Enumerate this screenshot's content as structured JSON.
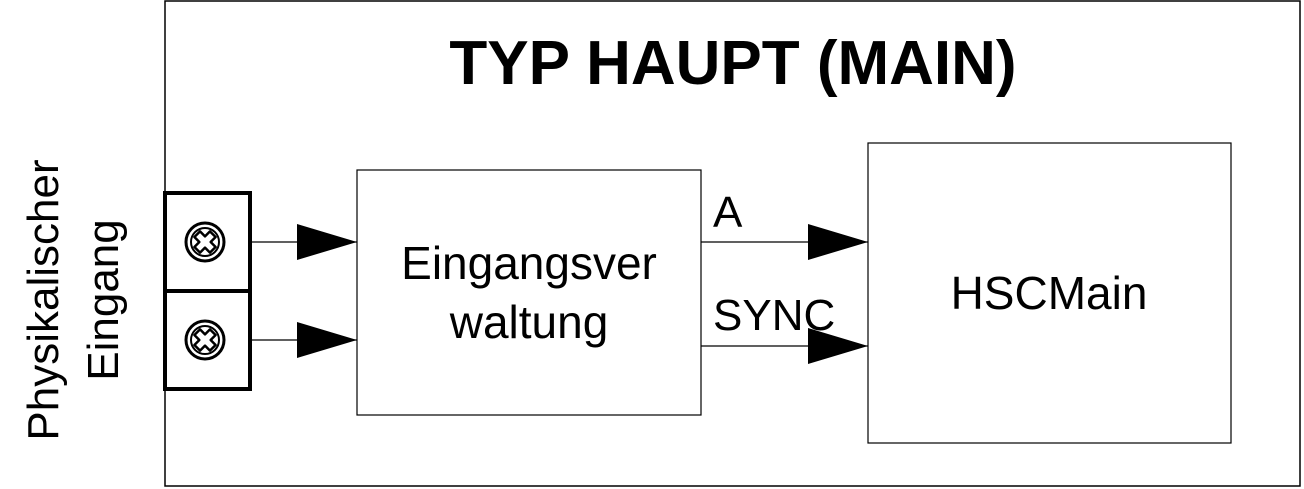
{
  "diagram": {
    "title": "TYP HAUPT (MAIN)",
    "input_label_line1": "Physikalischer",
    "input_label_line2": "Eingang",
    "input_block_line1": "Eingangsver",
    "input_block_line2": "waltung",
    "main_block": "HSCMain",
    "signal_a": "A",
    "signal_sync": "SYNC"
  },
  "icons": {
    "terminal": "screw-terminal-icon"
  },
  "colors": {
    "stroke": "#000000",
    "background": "#ffffff"
  }
}
